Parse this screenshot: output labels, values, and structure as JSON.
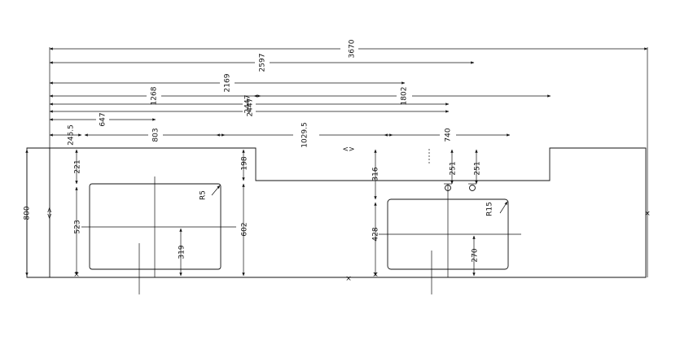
{
  "overall_dims": [
    "3670",
    "2597",
    "2169",
    "1268",
    "1802",
    "2447",
    "2447",
    "647",
    "245.5",
    "803",
    "1029.5",
    "740"
  ],
  "left_sink_dims": [
    "221",
    "523",
    "198",
    "602",
    "319"
  ],
  "right_sink_dims": [
    "316",
    "428",
    "251",
    "251",
    "270"
  ],
  "depth_dim": "800",
  "corner_radii": [
    "R5",
    "R15"
  ],
  "symbols": {
    "swap_arrows": "<>",
    "small_marks": "×"
  }
}
